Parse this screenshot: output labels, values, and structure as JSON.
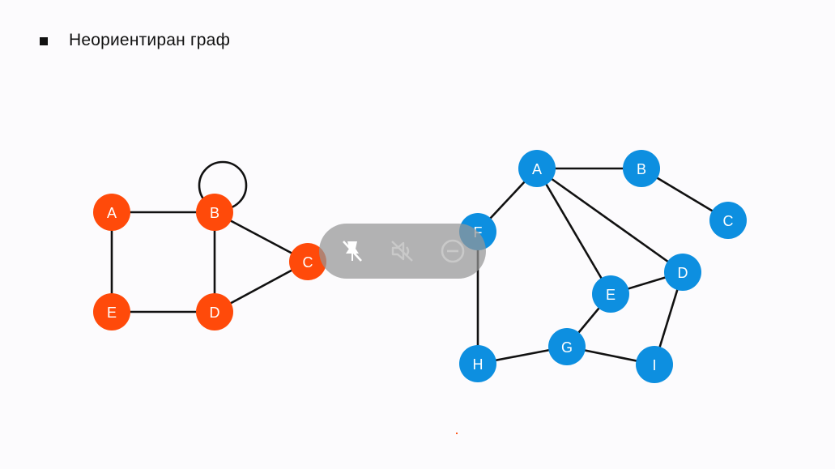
{
  "slide": {
    "heading": "Неориентиран граф"
  },
  "colors": {
    "graph1_node": "#ff4a0a",
    "graph2_node": "#0d8fe0",
    "edge": "#111111"
  },
  "graph1": {
    "nodes": [
      {
        "id": "A",
        "label": "A"
      },
      {
        "id": "B",
        "label": "B"
      },
      {
        "id": "C",
        "label": "C"
      },
      {
        "id": "D",
        "label": "D"
      },
      {
        "id": "E",
        "label": "E"
      }
    ],
    "edges": [
      [
        "A",
        "B"
      ],
      [
        "A",
        "E"
      ],
      [
        "B",
        "D"
      ],
      [
        "E",
        "D"
      ],
      [
        "B",
        "C"
      ],
      [
        "D",
        "C"
      ],
      [
        "B",
        "B"
      ]
    ]
  },
  "graph2": {
    "nodes": [
      {
        "id": "A",
        "label": "A"
      },
      {
        "id": "B",
        "label": "B"
      },
      {
        "id": "C",
        "label": "C"
      },
      {
        "id": "D",
        "label": "D"
      },
      {
        "id": "E",
        "label": "E"
      },
      {
        "id": "F",
        "label": "F"
      },
      {
        "id": "G",
        "label": "G"
      },
      {
        "id": "H",
        "label": "H"
      },
      {
        "id": "I",
        "label": "I"
      }
    ],
    "edges": [
      [
        "A",
        "B"
      ],
      [
        "B",
        "C"
      ],
      [
        "A",
        "F"
      ],
      [
        "A",
        "E"
      ],
      [
        "A",
        "D"
      ],
      [
        "E",
        "D"
      ],
      [
        "D",
        "I"
      ],
      [
        "F",
        "H"
      ],
      [
        "H",
        "G"
      ],
      [
        "G",
        "E"
      ],
      [
        "G",
        "I"
      ]
    ]
  },
  "toolbar": {
    "buttons": [
      {
        "icon": "pin-off-icon"
      },
      {
        "icon": "mute-icon"
      },
      {
        "icon": "minus-circle-icon"
      }
    ]
  }
}
